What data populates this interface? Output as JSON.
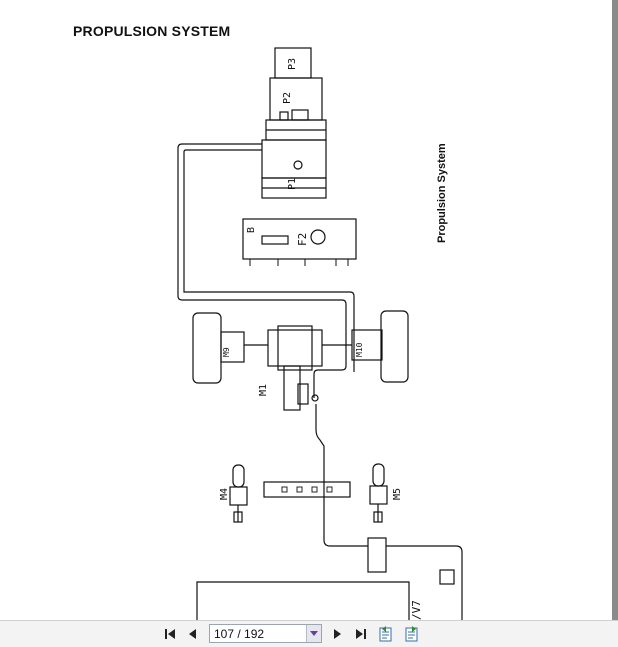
{
  "document": {
    "title": "PROPULSION SYSTEM",
    "side_label": "Propulsion System"
  },
  "diagram_labels": {
    "p1": "P1",
    "p2": "P2",
    "p3": "P3",
    "f2": "F2",
    "b": "B",
    "m1": "M1",
    "m4": "M4",
    "m5": "M5",
    "m9": "M9",
    "m10": "M10",
    "v7": "/V7"
  },
  "toolbar": {
    "page_value": "107 / 192",
    "first_icon": "first-page-icon",
    "prev_icon": "previous-page-icon",
    "next_icon": "next-page-icon",
    "last_icon": "last-page-icon",
    "back_icon": "go-back-view-icon",
    "forward_icon": "go-forward-view-icon"
  }
}
